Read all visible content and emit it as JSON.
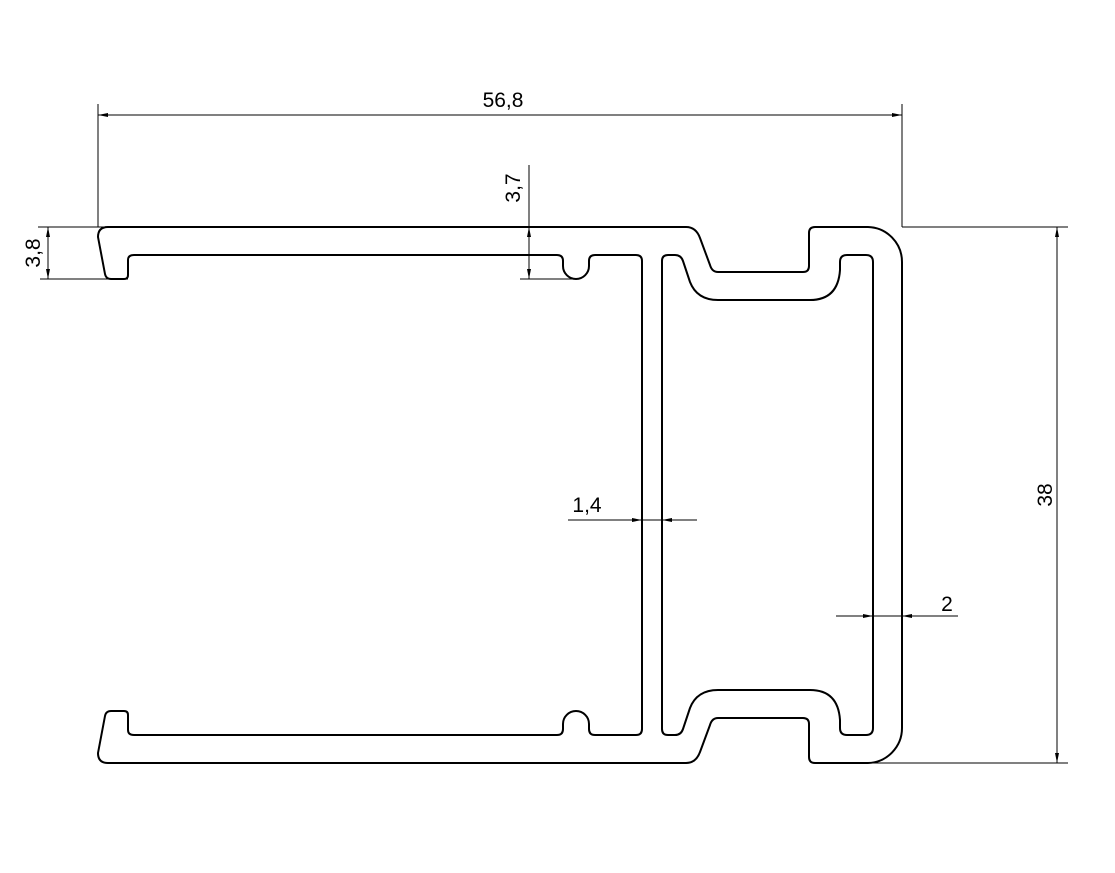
{
  "drawing": {
    "title": "Aluminium profile cross-section",
    "line_color": "#000000",
    "background": "#ffffff"
  },
  "dimensions": {
    "overall_width": "56,8",
    "overall_height": "38",
    "lip_height": "3,8",
    "top_wall": "3,7",
    "web_thickness": "1,4",
    "side_wall": "2"
  }
}
